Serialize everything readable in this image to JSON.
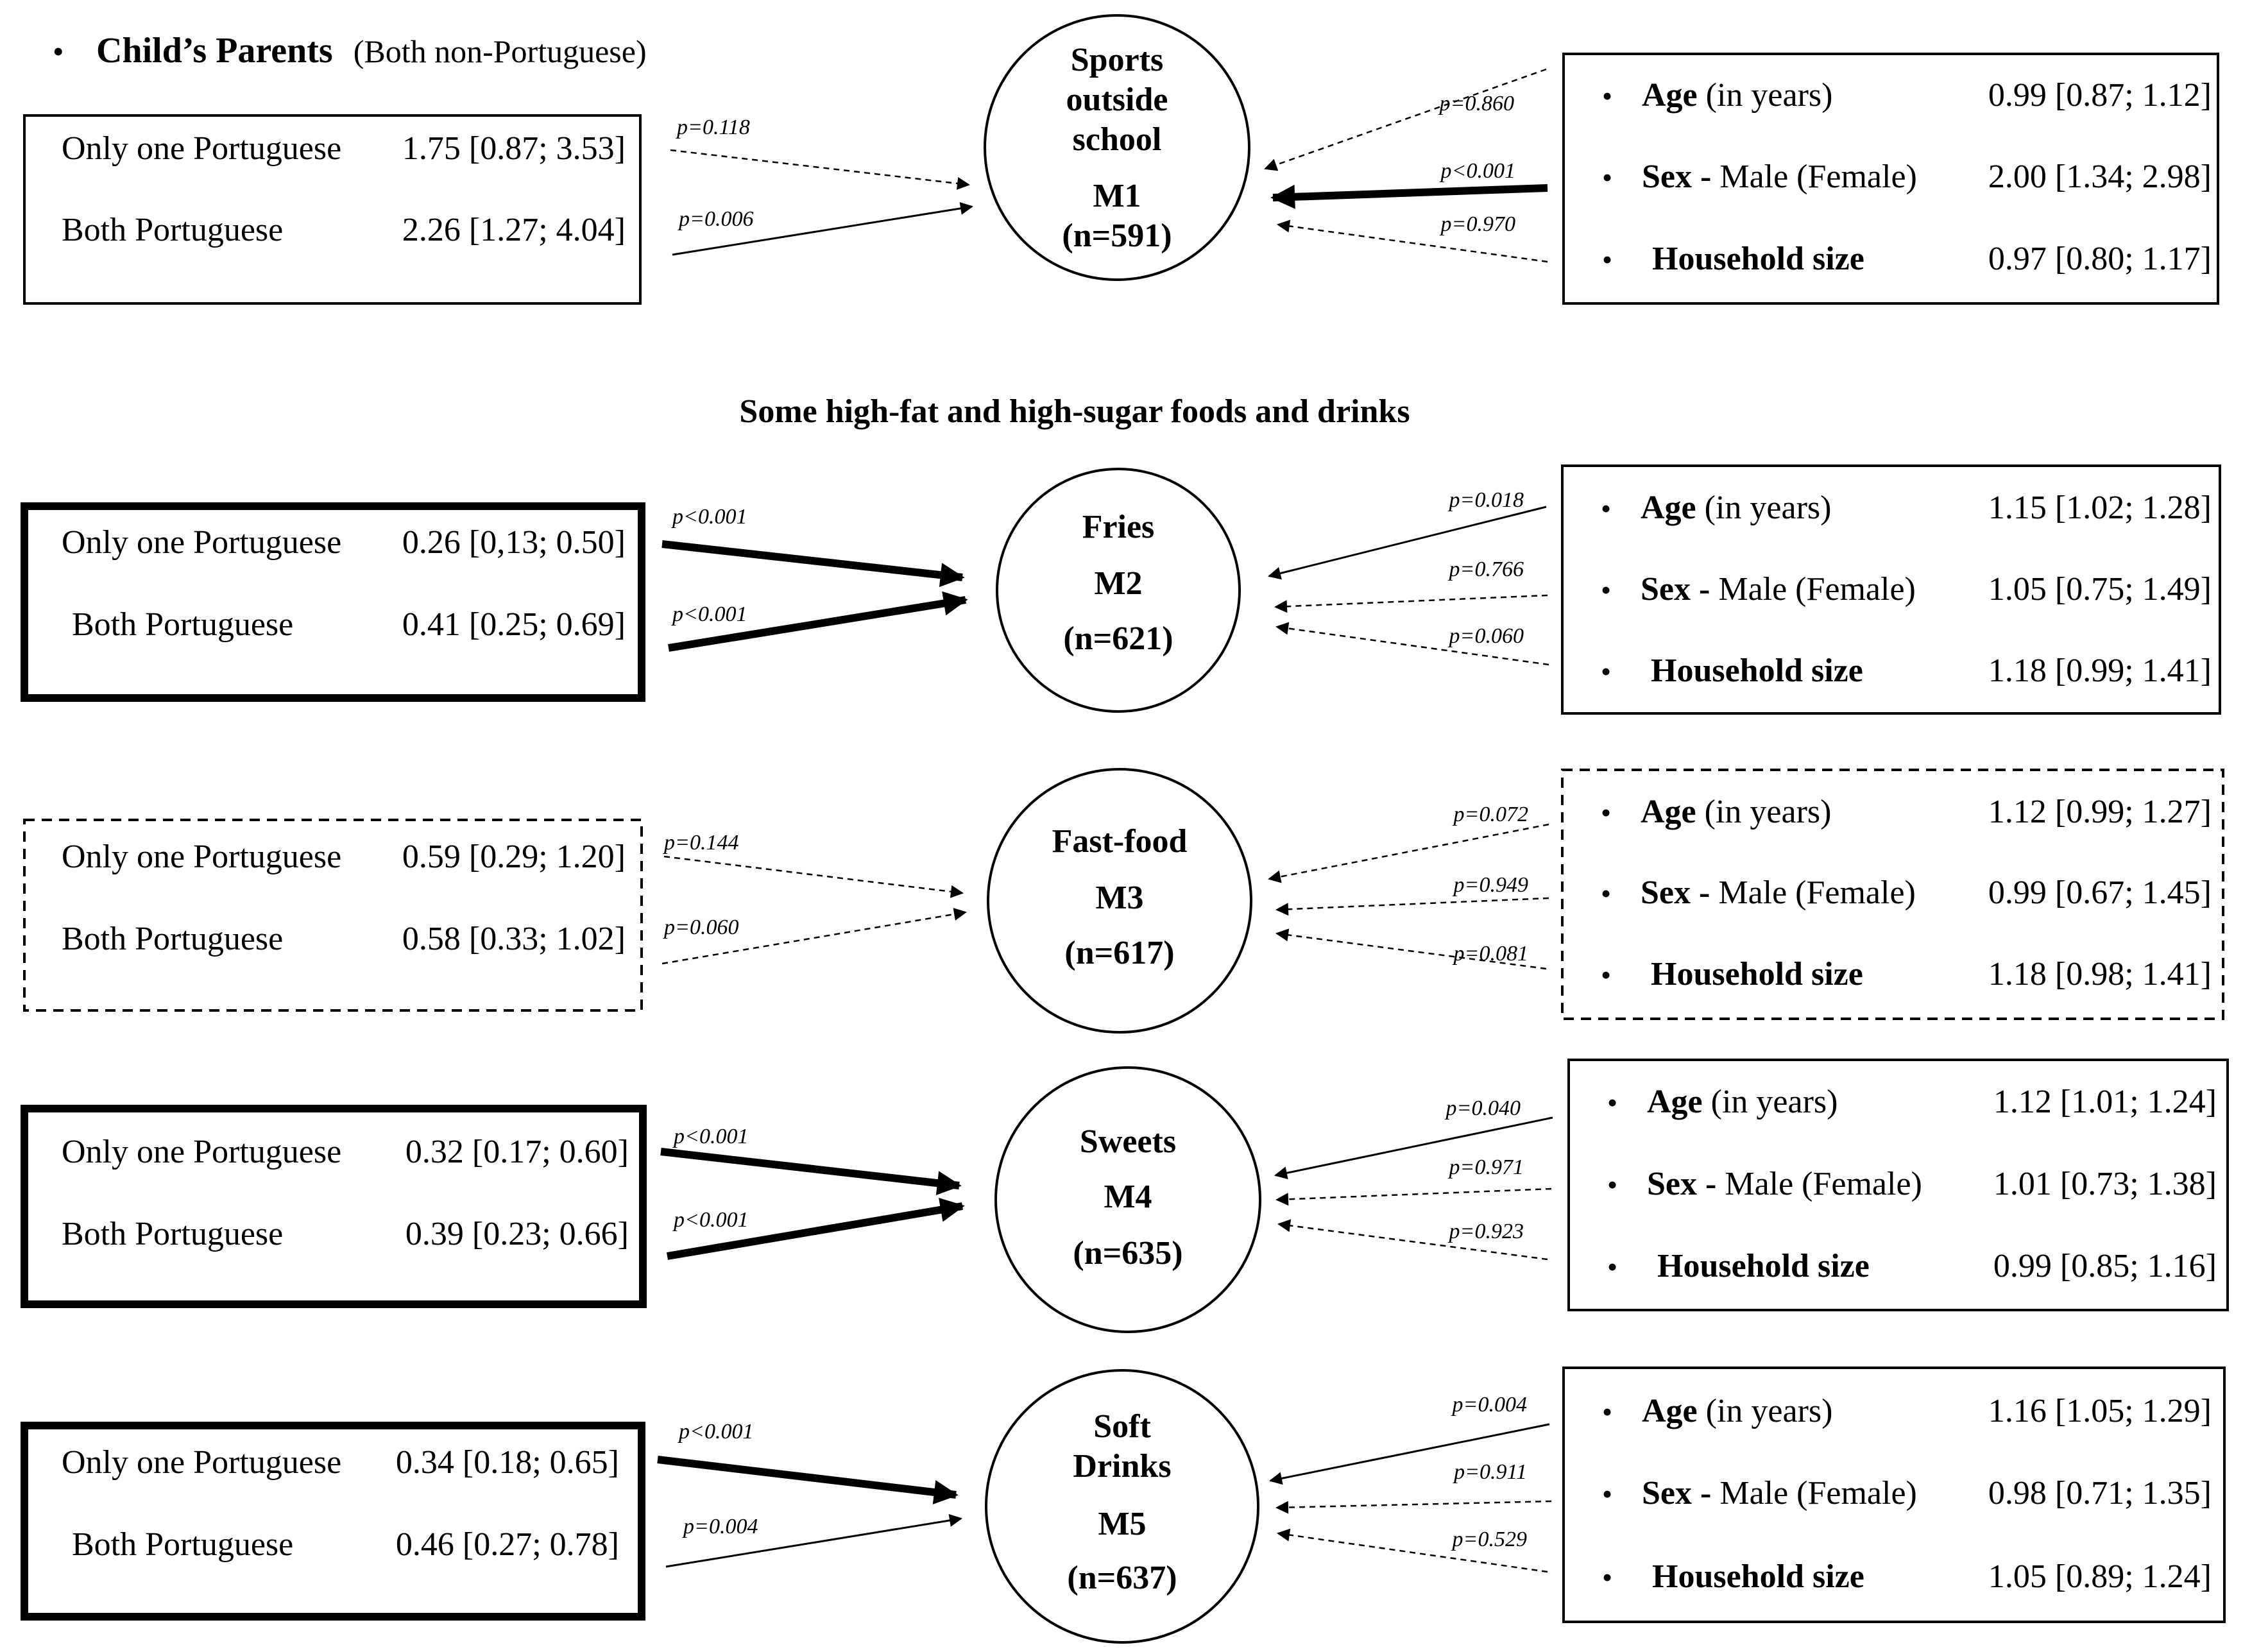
{
  "header": {
    "bullet": "•",
    "title": "Child’s Parents",
    "subtitle": "(Both non-Portuguese)"
  },
  "section_heading": "Some high-fat and high-sugar foods and drinks",
  "models": [
    {
      "id": "m1",
      "label_lines": [
        "Sports",
        "outside",
        "school",
        "M1",
        "(n=591)"
      ],
      "left_box_style": "thin",
      "right_box_style": "solid",
      "left_rows": [
        {
          "label": "Only one Portuguese",
          "value": "1.75 [0.87; 3.53]"
        },
        {
          "label": "Both Portuguese",
          "value": "2.26 [1.27; 4.04]"
        }
      ],
      "left_arrows": [
        {
          "p": "p=0.118",
          "style": "dashed"
        },
        {
          "p": "p=0.006",
          "style": "thin"
        }
      ],
      "right_rows": [
        {
          "bold": "Age",
          "rest": " (in years)",
          "value": "0.99 [0.87; 1.12]"
        },
        {
          "bold": "Sex - ",
          "rest": " Male (Female)",
          "value": "2.00 [1.34; 2.98]"
        },
        {
          "bold": "Household size",
          "rest": "",
          "value": "0.97 [0.80; 1.17]"
        }
      ],
      "right_arrows": [
        {
          "p": "p=0.860",
          "style": "dashed"
        },
        {
          "p": "p<0.001",
          "style": "bold"
        },
        {
          "p": "p=0.970",
          "style": "dashed"
        }
      ]
    },
    {
      "id": "m2",
      "label_lines": [
        "Fries",
        "M2",
        "(n=621)"
      ],
      "left_box_style": "bold",
      "right_box_style": "solid",
      "left_rows": [
        {
          "label": "Only one Portuguese",
          "value": "0.26 [0,13; 0.50]"
        },
        {
          "label": "Both Portuguese",
          "value": "0.41 [0.25; 0.69]"
        }
      ],
      "left_arrows": [
        {
          "p": "p<0.001",
          "style": "bold"
        },
        {
          "p": "p<0.001",
          "style": "bold"
        }
      ],
      "right_rows": [
        {
          "bold": "Age",
          "rest": " (in years)",
          "value": "1.15 [1.02; 1.28]"
        },
        {
          "bold": "Sex - ",
          "rest": " Male (Female)",
          "value": "1.05 [0.75; 1.49]"
        },
        {
          "bold": "Household size",
          "rest": "",
          "value": "1.18 [0.99; 1.41]"
        }
      ],
      "right_arrows": [
        {
          "p": "p=0.018",
          "style": "thin"
        },
        {
          "p": "p=0.766",
          "style": "dashed"
        },
        {
          "p": "p=0.060",
          "style": "dashed"
        }
      ]
    },
    {
      "id": "m3",
      "label_lines": [
        "Fast-food",
        "M3",
        "(n=617)"
      ],
      "left_box_style": "dashed",
      "right_box_style": "dashed",
      "left_rows": [
        {
          "label": "Only one Portuguese",
          "value": "0.59 [0.29; 1.20]"
        },
        {
          "label": "Both Portuguese",
          "value": "0.58 [0.33; 1.02]"
        }
      ],
      "left_arrows": [
        {
          "p": "p=0.144",
          "style": "dashed"
        },
        {
          "p": "p=0.060",
          "style": "dashed"
        }
      ],
      "right_rows": [
        {
          "bold": "Age",
          "rest": " (in years)",
          "value": "1.12 [0.99; 1.27]"
        },
        {
          "bold": "Sex - ",
          "rest": " Male (Female)",
          "value": "0.99 [0.67; 1.45]"
        },
        {
          "bold": "Household size",
          "rest": "",
          "value": "1.18 [0.98; 1.41]"
        }
      ],
      "right_arrows": [
        {
          "p": "p=0.072",
          "style": "dashed"
        },
        {
          "p": "p=0.949",
          "style": "dashed"
        },
        {
          "p": "p=0.081",
          "style": "dashed"
        }
      ]
    },
    {
      "id": "m4",
      "label_lines": [
        "Sweets",
        "M4",
        "(n=635)"
      ],
      "left_box_style": "bold",
      "right_box_style": "solid",
      "left_rows": [
        {
          "label": "Only one Portuguese",
          "value": "0.32 [0.17; 0.60]"
        },
        {
          "label": "Both Portuguese",
          "value": "0.39 [0.23; 0.66]"
        }
      ],
      "left_arrows": [
        {
          "p": "p<0.001",
          "style": "bold"
        },
        {
          "p": "p<0.001",
          "style": "bold"
        }
      ],
      "right_rows": [
        {
          "bold": "Age",
          "rest": " (in years)",
          "value": "1.12 [1.01; 1.24]"
        },
        {
          "bold": "Sex - ",
          "rest": " Male (Female)",
          "value": "1.01 [0.73; 1.38]"
        },
        {
          "bold": "Household size",
          "rest": "",
          "value": "0.99 [0.85; 1.16]"
        }
      ],
      "right_arrows": [
        {
          "p": "p=0.040",
          "style": "thin"
        },
        {
          "p": "p=0.971",
          "style": "dashed"
        },
        {
          "p": "p=0.923",
          "style": "dashed"
        }
      ]
    },
    {
      "id": "m5",
      "label_lines": [
        "Soft",
        "Drinks",
        "M5",
        "(n=637)"
      ],
      "left_box_style": "bold",
      "right_box_style": "solid",
      "left_rows": [
        {
          "label": "Only one Portuguese",
          "value": "0.34 [0.18; 0.65]"
        },
        {
          "label": "Both Portuguese",
          "value": "0.46 [0.27; 0.78]"
        }
      ],
      "left_arrows": [
        {
          "p": "p<0.001",
          "style": "bold"
        },
        {
          "p": "p=0.004",
          "style": "thin"
        }
      ],
      "right_rows": [
        {
          "bold": "Age",
          "rest": " (in years)",
          "value": "1.16 [1.05; 1.29]"
        },
        {
          "bold": "Sex - ",
          "rest": " Male (Female)",
          "value": "0.98 [0.71; 1.35]"
        },
        {
          "bold": "Household size",
          "rest": "",
          "value": "1.05 [0.89; 1.24]"
        }
      ],
      "right_arrows": [
        {
          "p": "p=0.004",
          "style": "thin"
        },
        {
          "p": "p=0.911",
          "style": "dashed"
        },
        {
          "p": "p=0.529",
          "style": "dashed"
        }
      ]
    }
  ]
}
